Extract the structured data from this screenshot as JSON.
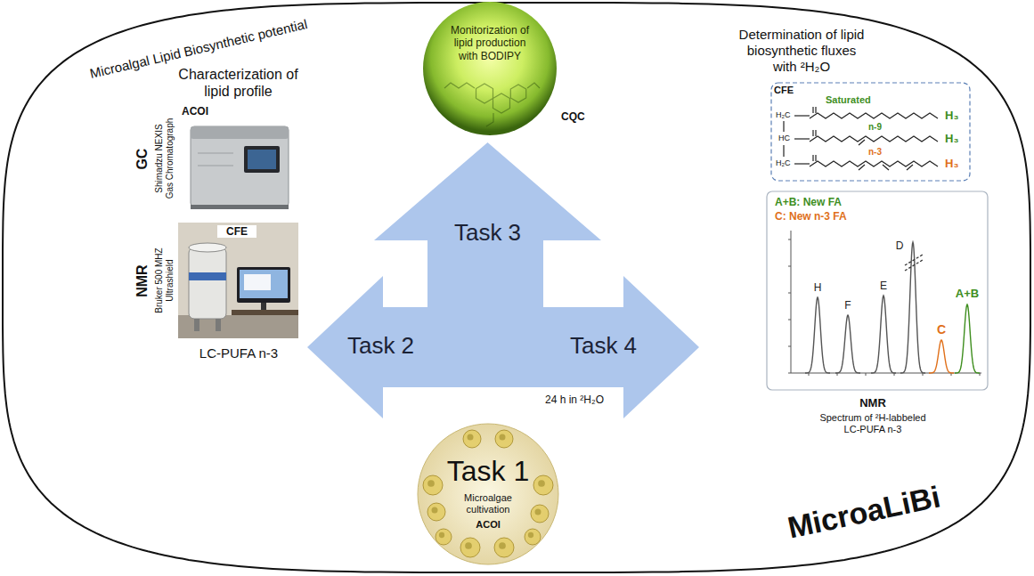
{
  "diagram": {
    "nodes": [
      {
        "text": [
          "Microalgal Lipid Biosynthetic potential",
          "MicroaLiBi"
        ]
      },
      {
        "text": [
          "Monitorization of lipid production with BODIPY"
        ],
        "in": 0
      },
      {
        "text": [
          "ACOI"
        ],
        "in": 0
      },
      {
        "text": [
          "CFE"
        ],
        "in": 0
      },
      {
        "text": [
          "Task 2"
        ],
        "in": 0
      },
      {
        "text": [
          "Task 3"
        ],
        "in": 0
      },
      {
        "text": [
          "Task 4"
        ],
        "in": 0
      },
      {
        "text": [
          "CFE",
          "Saturated",
          "n-9",
          "n-3",
          "H₃",
          "H₃",
          "H₃",
          "H₂C",
          "HC",
          "H₂C"
        ],
        "in": 0
      },
      {
        "text": [
          "A+B: New FA",
          "C: New n-3 FA",
          "H",
          "F",
          "E",
          "D",
          "C",
          "A+B"
        ],
        "in": 0
      },
      {
        "text": [
          "Task 1",
          "Microalgae cultivation",
          "ACOI"
        ],
        "in": 0
      }
    ],
    "labels": [
      "Characterization of lipid profile",
      "GC",
      "Shimadzu NEXIS Gas Chromatograph",
      "NMR",
      "Bruker 500 MHZ Ultrashield",
      "LC-PUFA n-3",
      "CQC",
      "24 h in ²H₂O",
      "Determination of lipid biosynthetic fluxes with ²H₂O",
      "NMR",
      "Spectrum of ²H-labbeled LC-PUFA n-3"
    ]
  }
}
